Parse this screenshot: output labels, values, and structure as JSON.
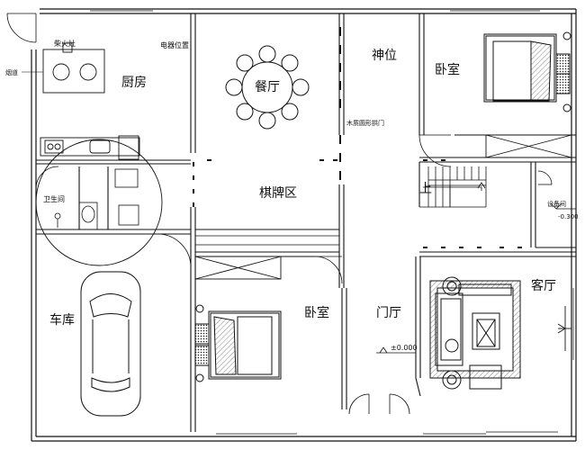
{
  "rooms": {
    "kitchen": "厨房",
    "dining": "餐厅",
    "shrine": "神位",
    "bedroom_ne": "卧室",
    "bathroom": "卫生间",
    "mahjong": "棋牌区",
    "bedroom_center": "卧室",
    "garage": "车库",
    "foyer": "门厅",
    "living": "客厅"
  },
  "labels": {
    "firewood_stove": "柴火灶",
    "appliance_position": "电器位置",
    "chimney": "烟道",
    "wood_arch_door": "木质圆形拱门",
    "stair_up": "上",
    "equipment_room": "设备间",
    "level_equipment": "-0.300",
    "level_floor": "±0.000"
  },
  "colors": {
    "line": "#111111",
    "background": "#ffffff"
  }
}
